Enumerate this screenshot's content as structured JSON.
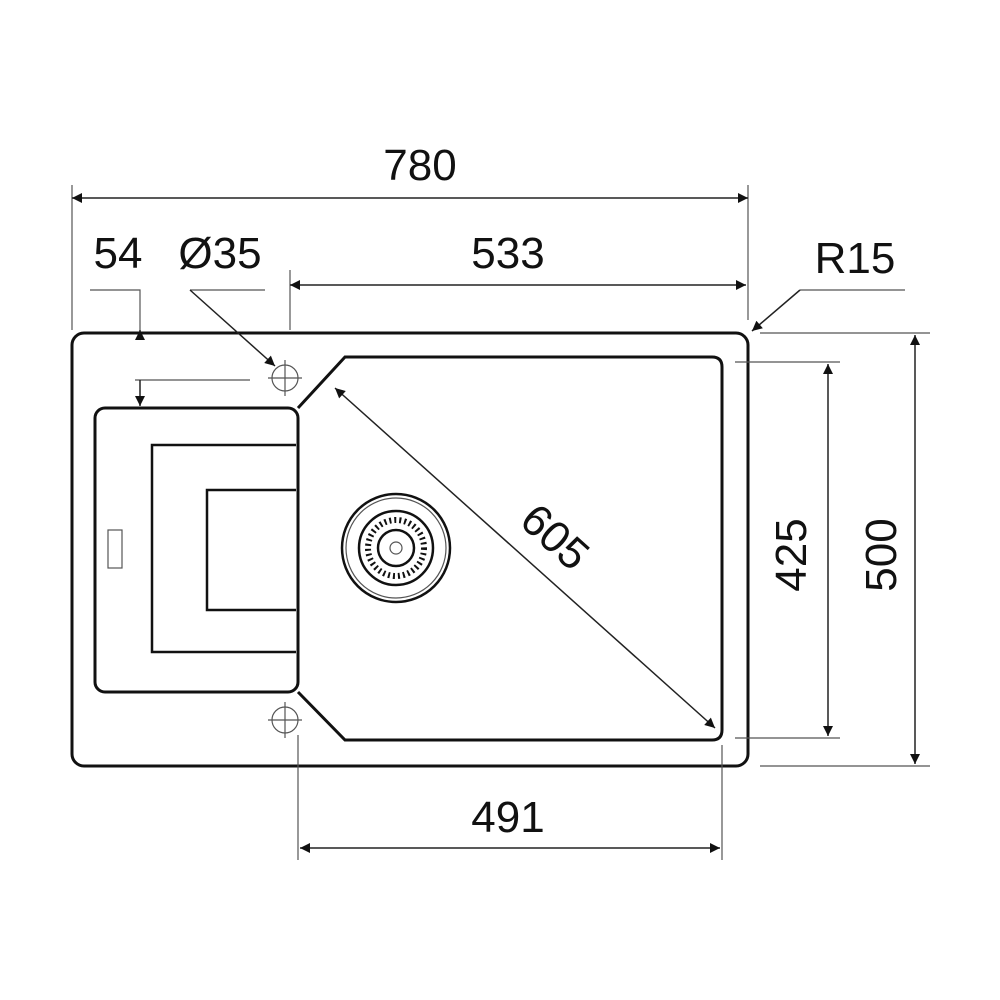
{
  "dimensions": {
    "overall_width": "780",
    "overall_depth": "500",
    "bowl_length": "533",
    "bowl_width": "491",
    "bowl_depth": "425",
    "diagonal": "605",
    "tap_hole_offset": "54",
    "tap_hole_diameter": "Ø35",
    "corner_radius": "R15"
  }
}
